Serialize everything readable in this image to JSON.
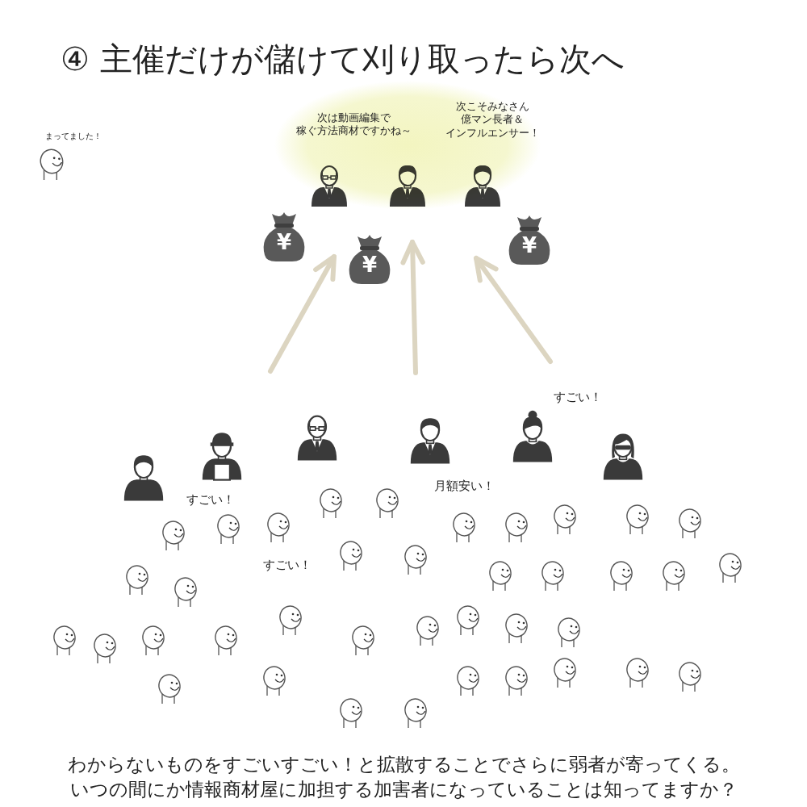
{
  "diagram": {
    "title": "④ 主催だけが儲けて刈り取ったら次へ",
    "caption": "わからないものをすごいすごい！と拡散することでさらに弱者が寄ってくる。 いつの間にか情報商材屋に加担する加害者になっていることは知ってますか？",
    "nodes": [
      {
        "text": [
          "次は動画編集で 稼ぐ方法商材ですかね～",
          "次こそみなさん 億マン長者＆ インフルエンサー！"
        ]
      }
    ],
    "labels": [
      "まってました！",
      "¥",
      "¥",
      "¥",
      "すごい！",
      "月額安い！",
      "すごい！",
      "すごい！"
    ]
  }
}
